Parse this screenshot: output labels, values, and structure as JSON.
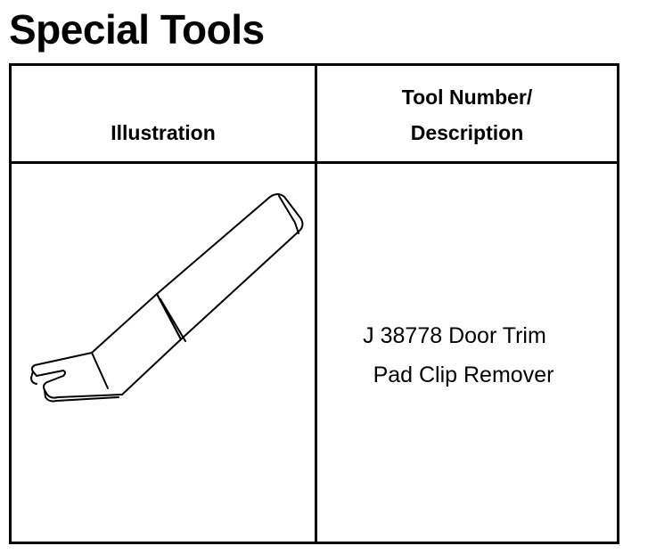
{
  "title": "Special Tools",
  "table": {
    "headers": {
      "illustration": "Illustration",
      "description_line1": "Tool Number/",
      "description_line2": "Description"
    },
    "rows": [
      {
        "illustration_icon": "door-trim-pad-clip-remover-tool-icon",
        "description_line1": "J 38778 Door Trim",
        "description_line2": "Pad Clip Remover"
      }
    ]
  },
  "colors": {
    "text": "#000000",
    "background": "#ffffff",
    "border": "#000000"
  }
}
